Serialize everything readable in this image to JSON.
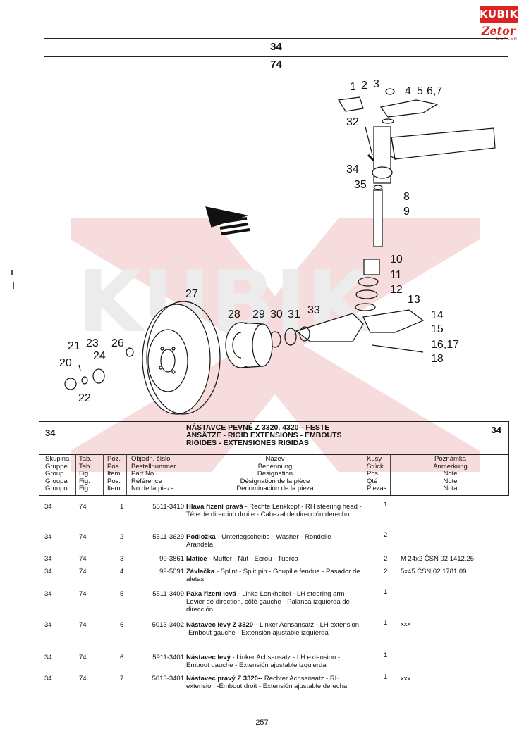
{
  "logo": {
    "brand": "KUBIK",
    "sub": "Zetor",
    "dealer": "DEALER"
  },
  "header": {
    "group": "34",
    "table": "74"
  },
  "callouts": [
    "1",
    "2",
    "3",
    "4",
    "5",
    "6,7",
    "32",
    "34",
    "35",
    "8",
    "9",
    "10",
    "11",
    "12",
    "13",
    "14",
    "15",
    "16,17",
    "18",
    "27",
    "28",
    "29",
    "30",
    "31",
    "33",
    "21",
    "23",
    "24",
    "26",
    "20",
    "22"
  ],
  "section": {
    "group_left": "34",
    "group_right": "34",
    "title_cz": "NÁSTAVCE PEVNÉ Z 3320, 4320-- FESTE",
    "title_de_en": "ANSÄTZE - RIGID EXTENSIONS - EMBOUTS",
    "title_fr_es": "RIGIDES - EXTENSIONES RIGIDAS"
  },
  "columns": {
    "group": [
      "Skupina",
      "Gruppe",
      "Group",
      "Groupa",
      "Groupo"
    ],
    "table": [
      "Tab.",
      "Tab.",
      "Fig.",
      "Fig.",
      "Fig."
    ],
    "pos": [
      "Poz.",
      "Pos.",
      "Item.",
      "Pos.",
      "Item."
    ],
    "part": [
      "Objedn. číslo",
      "Bestellnummer",
      "Part No.",
      "Référence",
      "No de la pieza"
    ],
    "name": [
      "Název",
      "Benennung",
      "Designation",
      "Désignation de la pièce",
      "Denominación de la pieza"
    ],
    "qty": [
      "Kusy",
      "Stück",
      "Pcs",
      "Qté",
      "Piezas"
    ],
    "note": [
      "Poznámka",
      "Anmerkung",
      "Note",
      "Note",
      "Nota"
    ]
  },
  "rows": [
    {
      "group": "34",
      "table": "74",
      "pos": "1",
      "part": "5511-3410",
      "bold": "Hlava řízení pravá",
      "rest": " - Rechte Lenkkopf - RH steering head  - Tête de direction droite - Cabezal de dirección derecho",
      "qty": "1",
      "note": ""
    },
    {
      "group": "34",
      "table": "74",
      "pos": "2",
      "part": "5511-3629",
      "bold": "Podložka",
      "rest": " - Unterlegscheibe - Washer - Rondelle - Arandela",
      "qty": "2",
      "note": ""
    },
    {
      "group": "34",
      "table": "74",
      "pos": "3",
      "part": "99-3861",
      "bold": "Matice",
      "rest": " - Mutter - Nut - Ecrou - Tuerca",
      "qty": "2",
      "note": "M 24x2 ČSN 02 1412.25"
    },
    {
      "group": "34",
      "table": "74",
      "pos": "4",
      "part": "99-5091",
      "bold": "Závlačka",
      "rest": " - Splint - Split pin - Goupille fendue - Pasador de aletas",
      "qty": "2",
      "note": "5x45 ČSN 02 1781.09"
    },
    {
      "group": "34",
      "table": "74",
      "pos": "5",
      "part": "5511-3409",
      "bold": "Páka řízení levá",
      "rest": " - Linke Lenkhebel - LH steering arm - Levier de direction, côté gauche - Palanca izquierda de dirección",
      "qty": "1",
      "note": ""
    },
    {
      "group": "34",
      "table": "74",
      "pos": "6",
      "part": "5013-3402",
      "bold": "Nástavec levý Z 3320--",
      "rest": " Linker Achsansatz - LH extension -Embout gauche - Extensión ajustable izquierda",
      "qty": "1",
      "note": "xxx"
    },
    {
      "group": "34",
      "table": "74",
      "pos": "6",
      "part": "5911-3401",
      "bold": "Nástavec levý",
      "rest": " - Linker Achsansatz - LH extension - Embout gauche - Extensión ajustable izquierda",
      "qty": "1",
      "note": ""
    },
    {
      "group": "34",
      "table": "74",
      "pos": "7",
      "part": "5013-3401",
      "bold": "Nástavec pravý Z 3320--",
      "rest": " Rechter Achsansatz - RH extension -Embout droit - Extensión ajustable derecha",
      "qty": "1",
      "note": "xxx"
    }
  ],
  "page_number": "257"
}
